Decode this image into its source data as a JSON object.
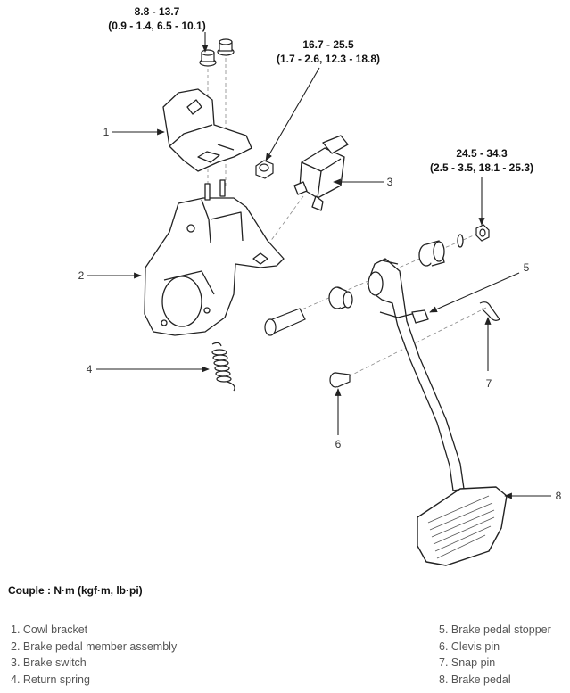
{
  "diagram": {
    "torques": [
      {
        "line1": "8.8 - 13.7",
        "line2": "(0.9 - 1.4, 6.5 - 10.1)"
      },
      {
        "line1": "16.7 - 25.5",
        "line2": "(1.7 - 2.6, 12.3 - 18.8)"
      },
      {
        "line1": "24.5 - 34.3",
        "line2": "(2.5 - 3.5, 18.1 - 25.3)"
      }
    ],
    "callouts": [
      "1",
      "2",
      "3",
      "4",
      "5",
      "6",
      "7",
      "8"
    ]
  },
  "caption": {
    "couple": "Couple : N·m (kgf·m, lb·pi)"
  },
  "legend": {
    "left": [
      "1. Cowl bracket",
      "2. Brake pedal member assembly",
      "3. Brake switch",
      "4. Return spring"
    ],
    "right": [
      "5. Brake pedal stopper",
      "6. Clevis pin",
      "7. Snap pin",
      "8. Brake pedal"
    ]
  }
}
